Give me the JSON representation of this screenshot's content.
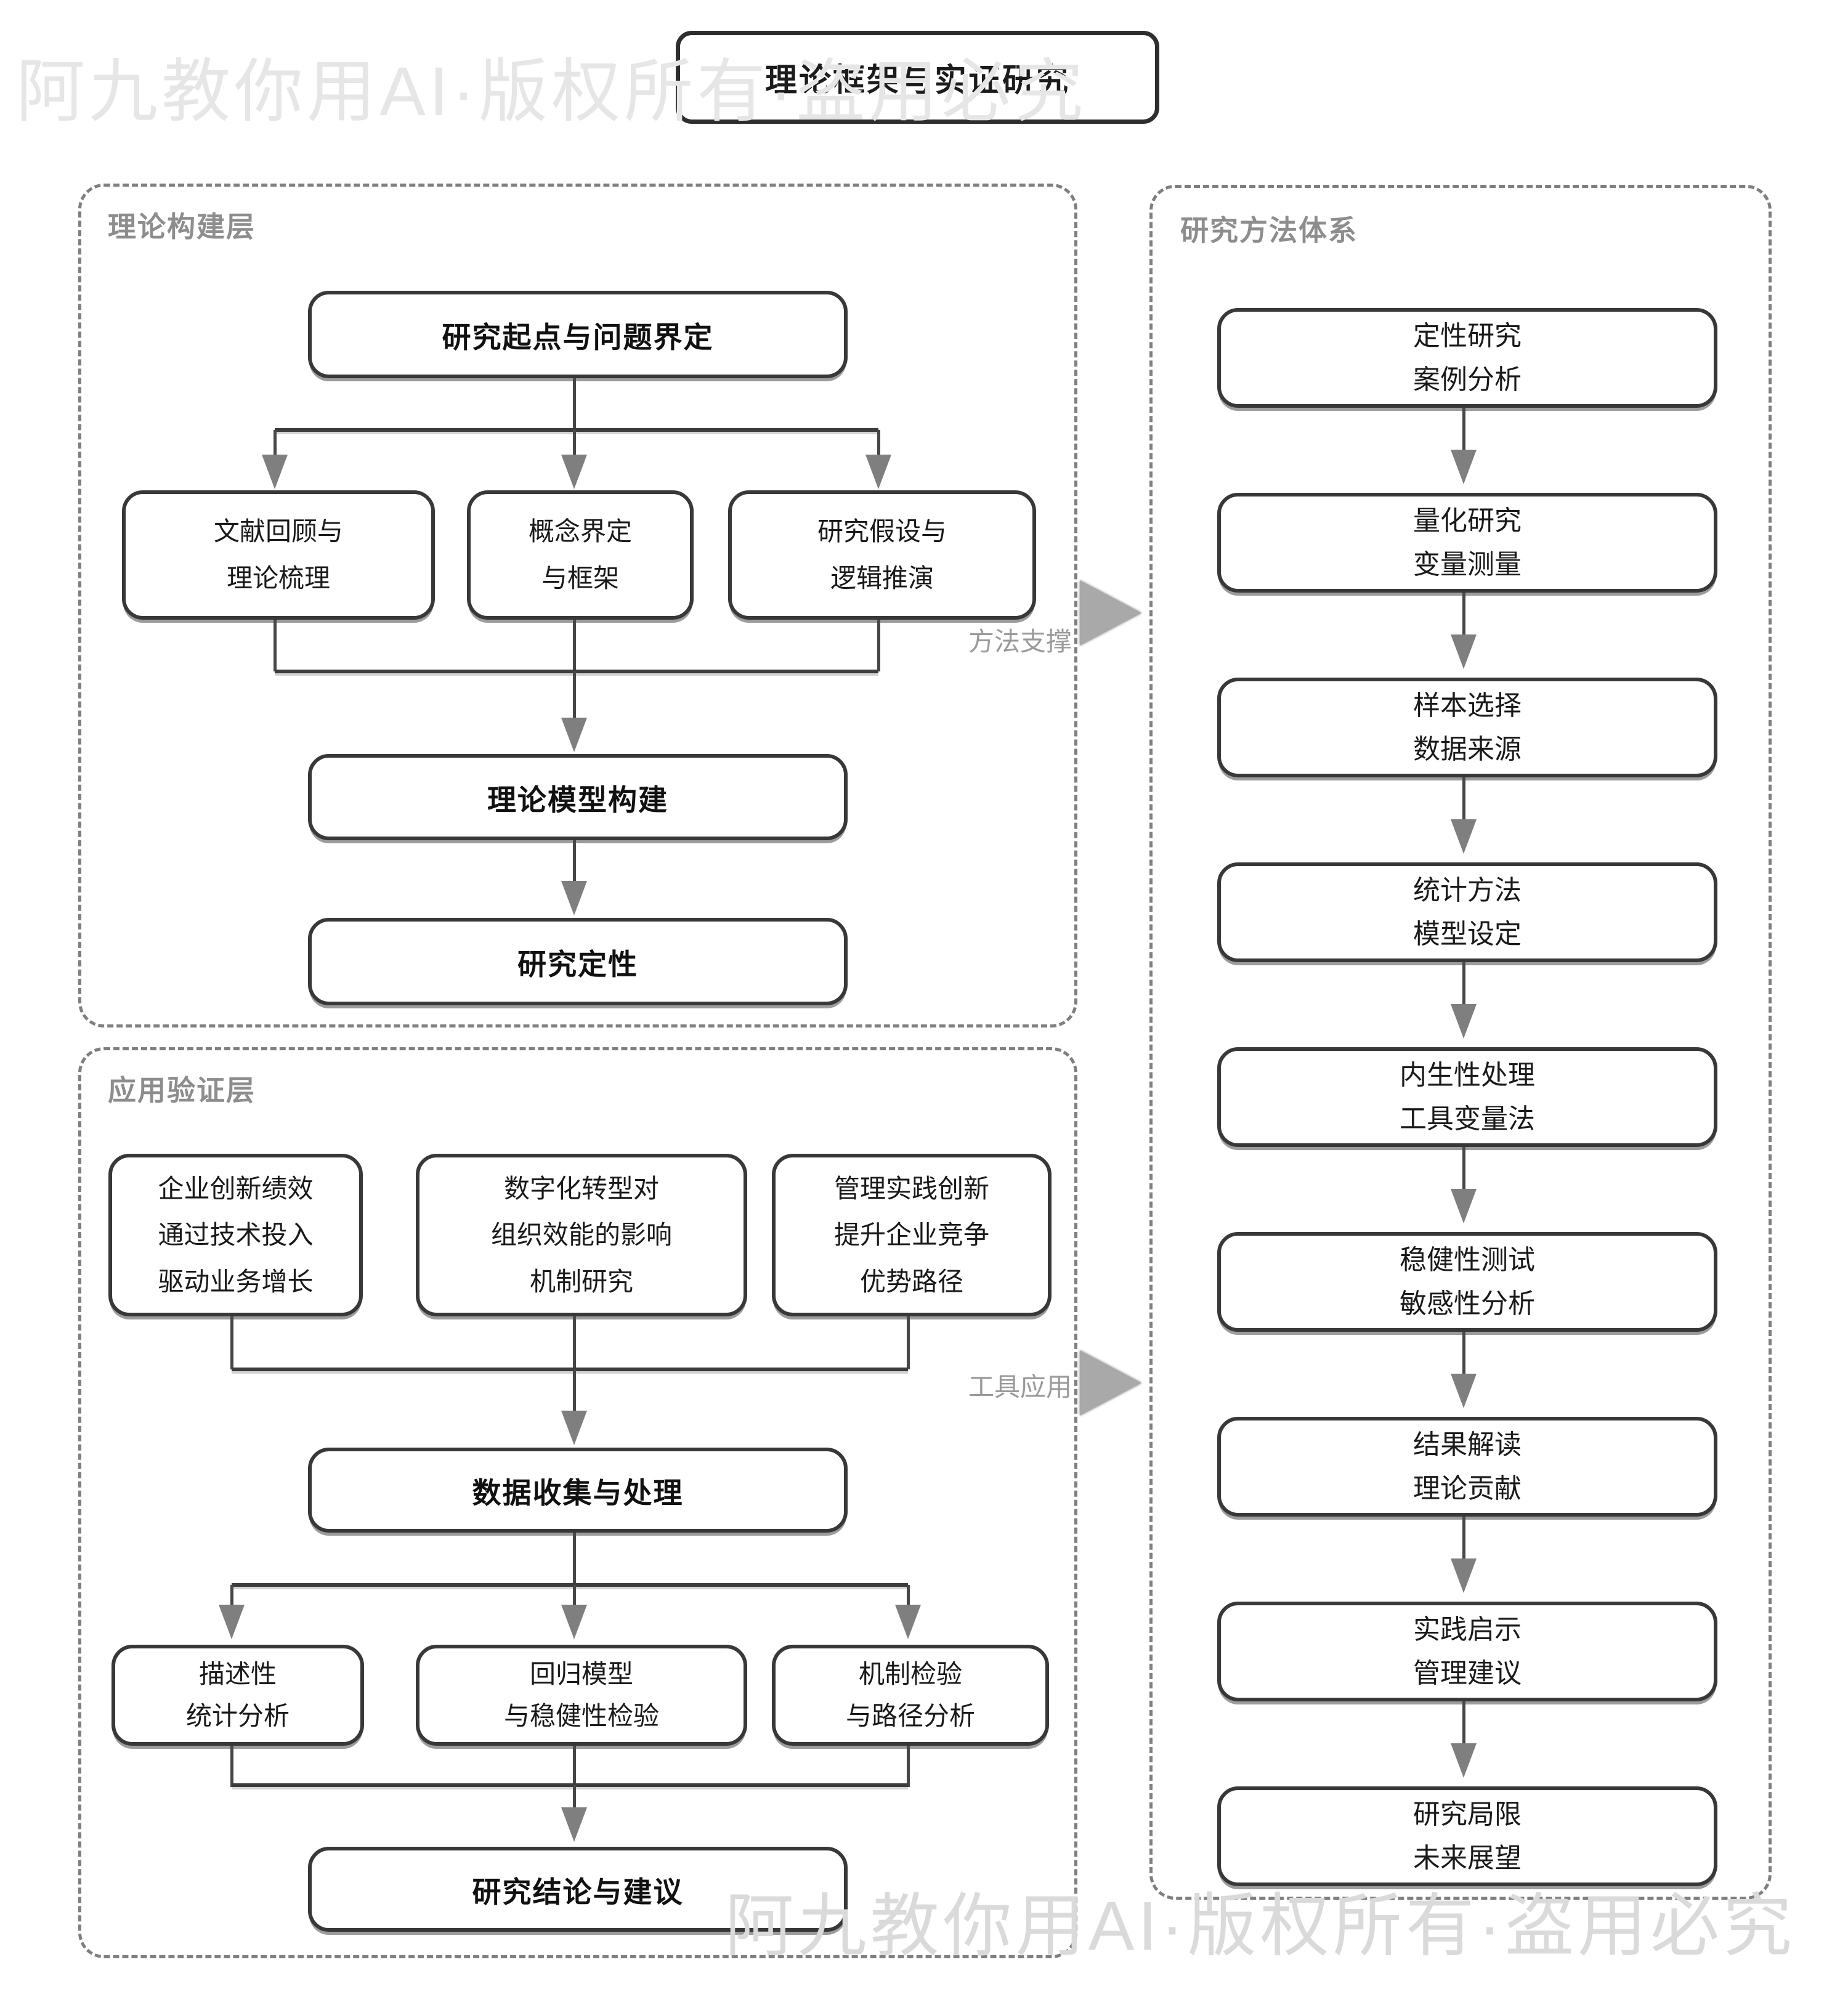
{
  "title": "理论框架与实证研究",
  "watermarks": {
    "top": "阿九教你用AI·版权所有·盗用必究",
    "bottom": "阿九教你用AI·版权所有·盗用必究"
  },
  "side_labels": {
    "method_support": "方法支撑",
    "tool_apply": "工具应用"
  },
  "sections": {
    "theory": {
      "label": "理论构建层",
      "start": "研究起点与问题界定",
      "branches": [
        "文献回顾与\n理论梳理",
        "概念界定\n与框架",
        "研究假设与\n逻辑推演"
      ],
      "model": "理论模型构建",
      "qualitative": "研究定性"
    },
    "application": {
      "label": "应用验证层",
      "cases": [
        "企业创新绩效\n通过技术投入\n驱动业务增长",
        "数字化转型对\n组织效能的影响\n机制研究",
        "管理实践创新\n提升企业竞争\n优势路径"
      ],
      "data_processing": "数据收集与处理",
      "analyses": [
        "描述性\n统计分析",
        "回归模型\n与稳健性检验",
        "机制检验\n与路径分析"
      ],
      "conclusion": "研究结论与建议"
    },
    "methods": {
      "label": "研究方法体系",
      "steps": [
        "定性研究\n案例分析",
        "量化研究\n变量测量",
        "样本选择\n数据来源",
        "统计方法\n模型设定",
        "内生性处理\n工具变量法",
        "稳健性测试\n敏感性分析",
        "结果解读\n理论贡献",
        "实践启示\n管理建议",
        "研究局限\n未来展望"
      ]
    }
  },
  "colors": {
    "box_border": "#383838",
    "connector_line": "#474747",
    "merge_line": "#3c3c3c",
    "arrowhead": "#7f7f7f",
    "dashed_frame": "#7f7f7f",
    "section_label": "#8d8d8d",
    "big_triangle": "#a9a9a9",
    "watermark_top": "#e6e6e6",
    "watermark_bottom": "#dadada"
  }
}
